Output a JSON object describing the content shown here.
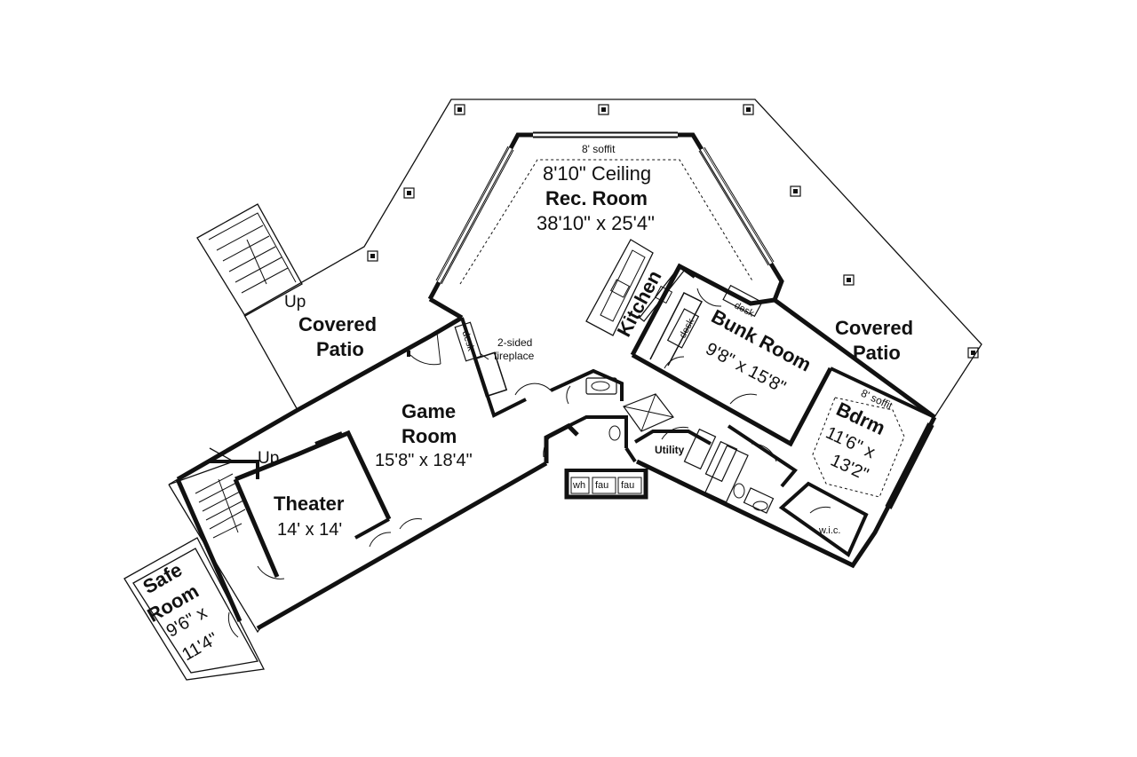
{
  "rooms": {
    "rec_room": {
      "ceiling": "8'10\" Ceiling",
      "name": "Rec. Room",
      "size": "38'10\" x 25'4\"",
      "soffit": "8' soffit"
    },
    "kitchen": {
      "name": "Kitchen"
    },
    "bunk_room": {
      "name": "Bunk Room",
      "size": "9'8\" x 15'8\""
    },
    "bedroom": {
      "name": "Bdrm",
      "size_line1": "11'6\" x",
      "size_line2": "13'2\"",
      "soffit": "8' soffit"
    },
    "covered_patio_left": {
      "line1": "Covered",
      "line2": "Patio"
    },
    "covered_patio_right": {
      "line1": "Covered",
      "line2": "Patio"
    },
    "game_room": {
      "line1": "Game",
      "line2": "Room",
      "size": "15'8\" x 18'4\""
    },
    "theater": {
      "name": "Theater",
      "size": "14' x 14'"
    },
    "safe_room": {
      "line1": "Safe",
      "line2": "Room",
      "size_line1": "9'6\" x",
      "size_line2": "11'4\""
    },
    "utility": {
      "name": "Utility"
    }
  },
  "notes": {
    "fireplace_line1": "2-sided",
    "fireplace_line2": "fireplace",
    "desk_rec": "desk",
    "desk_bunk_top": "desk",
    "desk_bunk_side": "desk",
    "stair_up_top": "Up",
    "stair_up_bottom": "Up",
    "water_heater": "wh",
    "fau_1": "fau",
    "fau_2": "fau",
    "walk_in_closet": "w.i.c."
  }
}
